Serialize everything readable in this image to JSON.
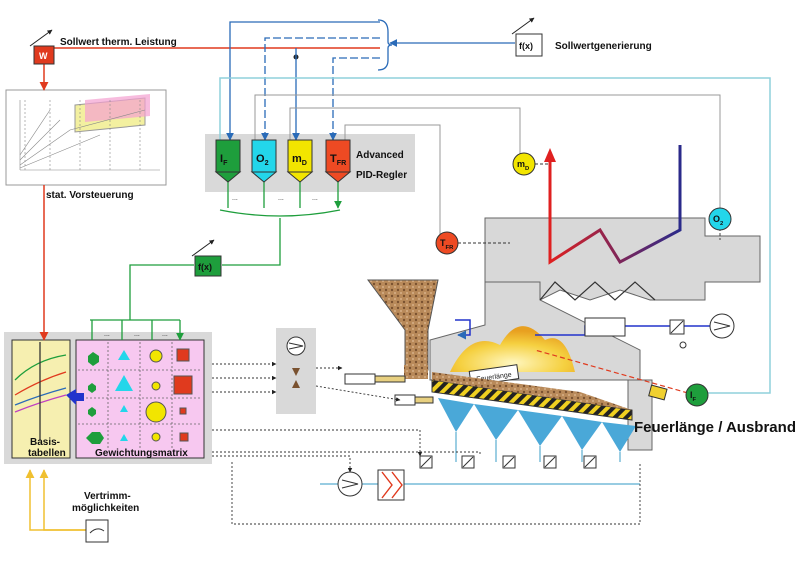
{
  "labels": {
    "sollwert": "Sollwert therm. Leistung",
    "sollwertgen": "Sollwertgenerierung",
    "fx": "f(x)",
    "w": "W",
    "advanced": "Advanced",
    "pid": "PID-Regler",
    "stat": "stat. Vorsteuerung",
    "basis1": "Basis-",
    "basis2": "tabellen",
    "gew": "Gewichtungsmatrix",
    "vertrimm1": "Vertrimm-",
    "vertrimm2": "möglichkeiten",
    "feuerlaenge_box": "Feuerlänge",
    "feuerlaenge_title": "Feuerlänge / Ausbrand",
    "dots": "..."
  },
  "controllers": [
    {
      "main": "I",
      "sub": "F",
      "color": "#1e9e3c"
    },
    {
      "main": "O",
      "sub": "2",
      "color": "#23d6ea"
    },
    {
      "main": "m",
      "sub": "D",
      "color": "#f2e500"
    },
    {
      "main": "T",
      "sub": "FR",
      "color": "#ee4a23"
    }
  ],
  "sensors": {
    "md": {
      "main": "m",
      "sub": "D",
      "color": "#f2e500"
    },
    "tfr": {
      "main": "T",
      "sub": "FR",
      "color": "#ee4a23"
    },
    "o2": {
      "main": "O",
      "sub": "2",
      "color": "#23d6ea"
    },
    "if": {
      "main": "I",
      "sub": "F",
      "color": "#1e9e3c"
    }
  },
  "colors": {
    "red": "#e03a1e",
    "green": "#1e9e3c",
    "blue_line": "#2a6bb8",
    "light_blue": "#8fd0dc",
    "gray_panel": "#d9d9d9",
    "pink": "#f7c8f0",
    "basis_yellow": "#f6efb0",
    "nozzle": "#4aa8d8",
    "trim_yellow": "#f0c030"
  }
}
